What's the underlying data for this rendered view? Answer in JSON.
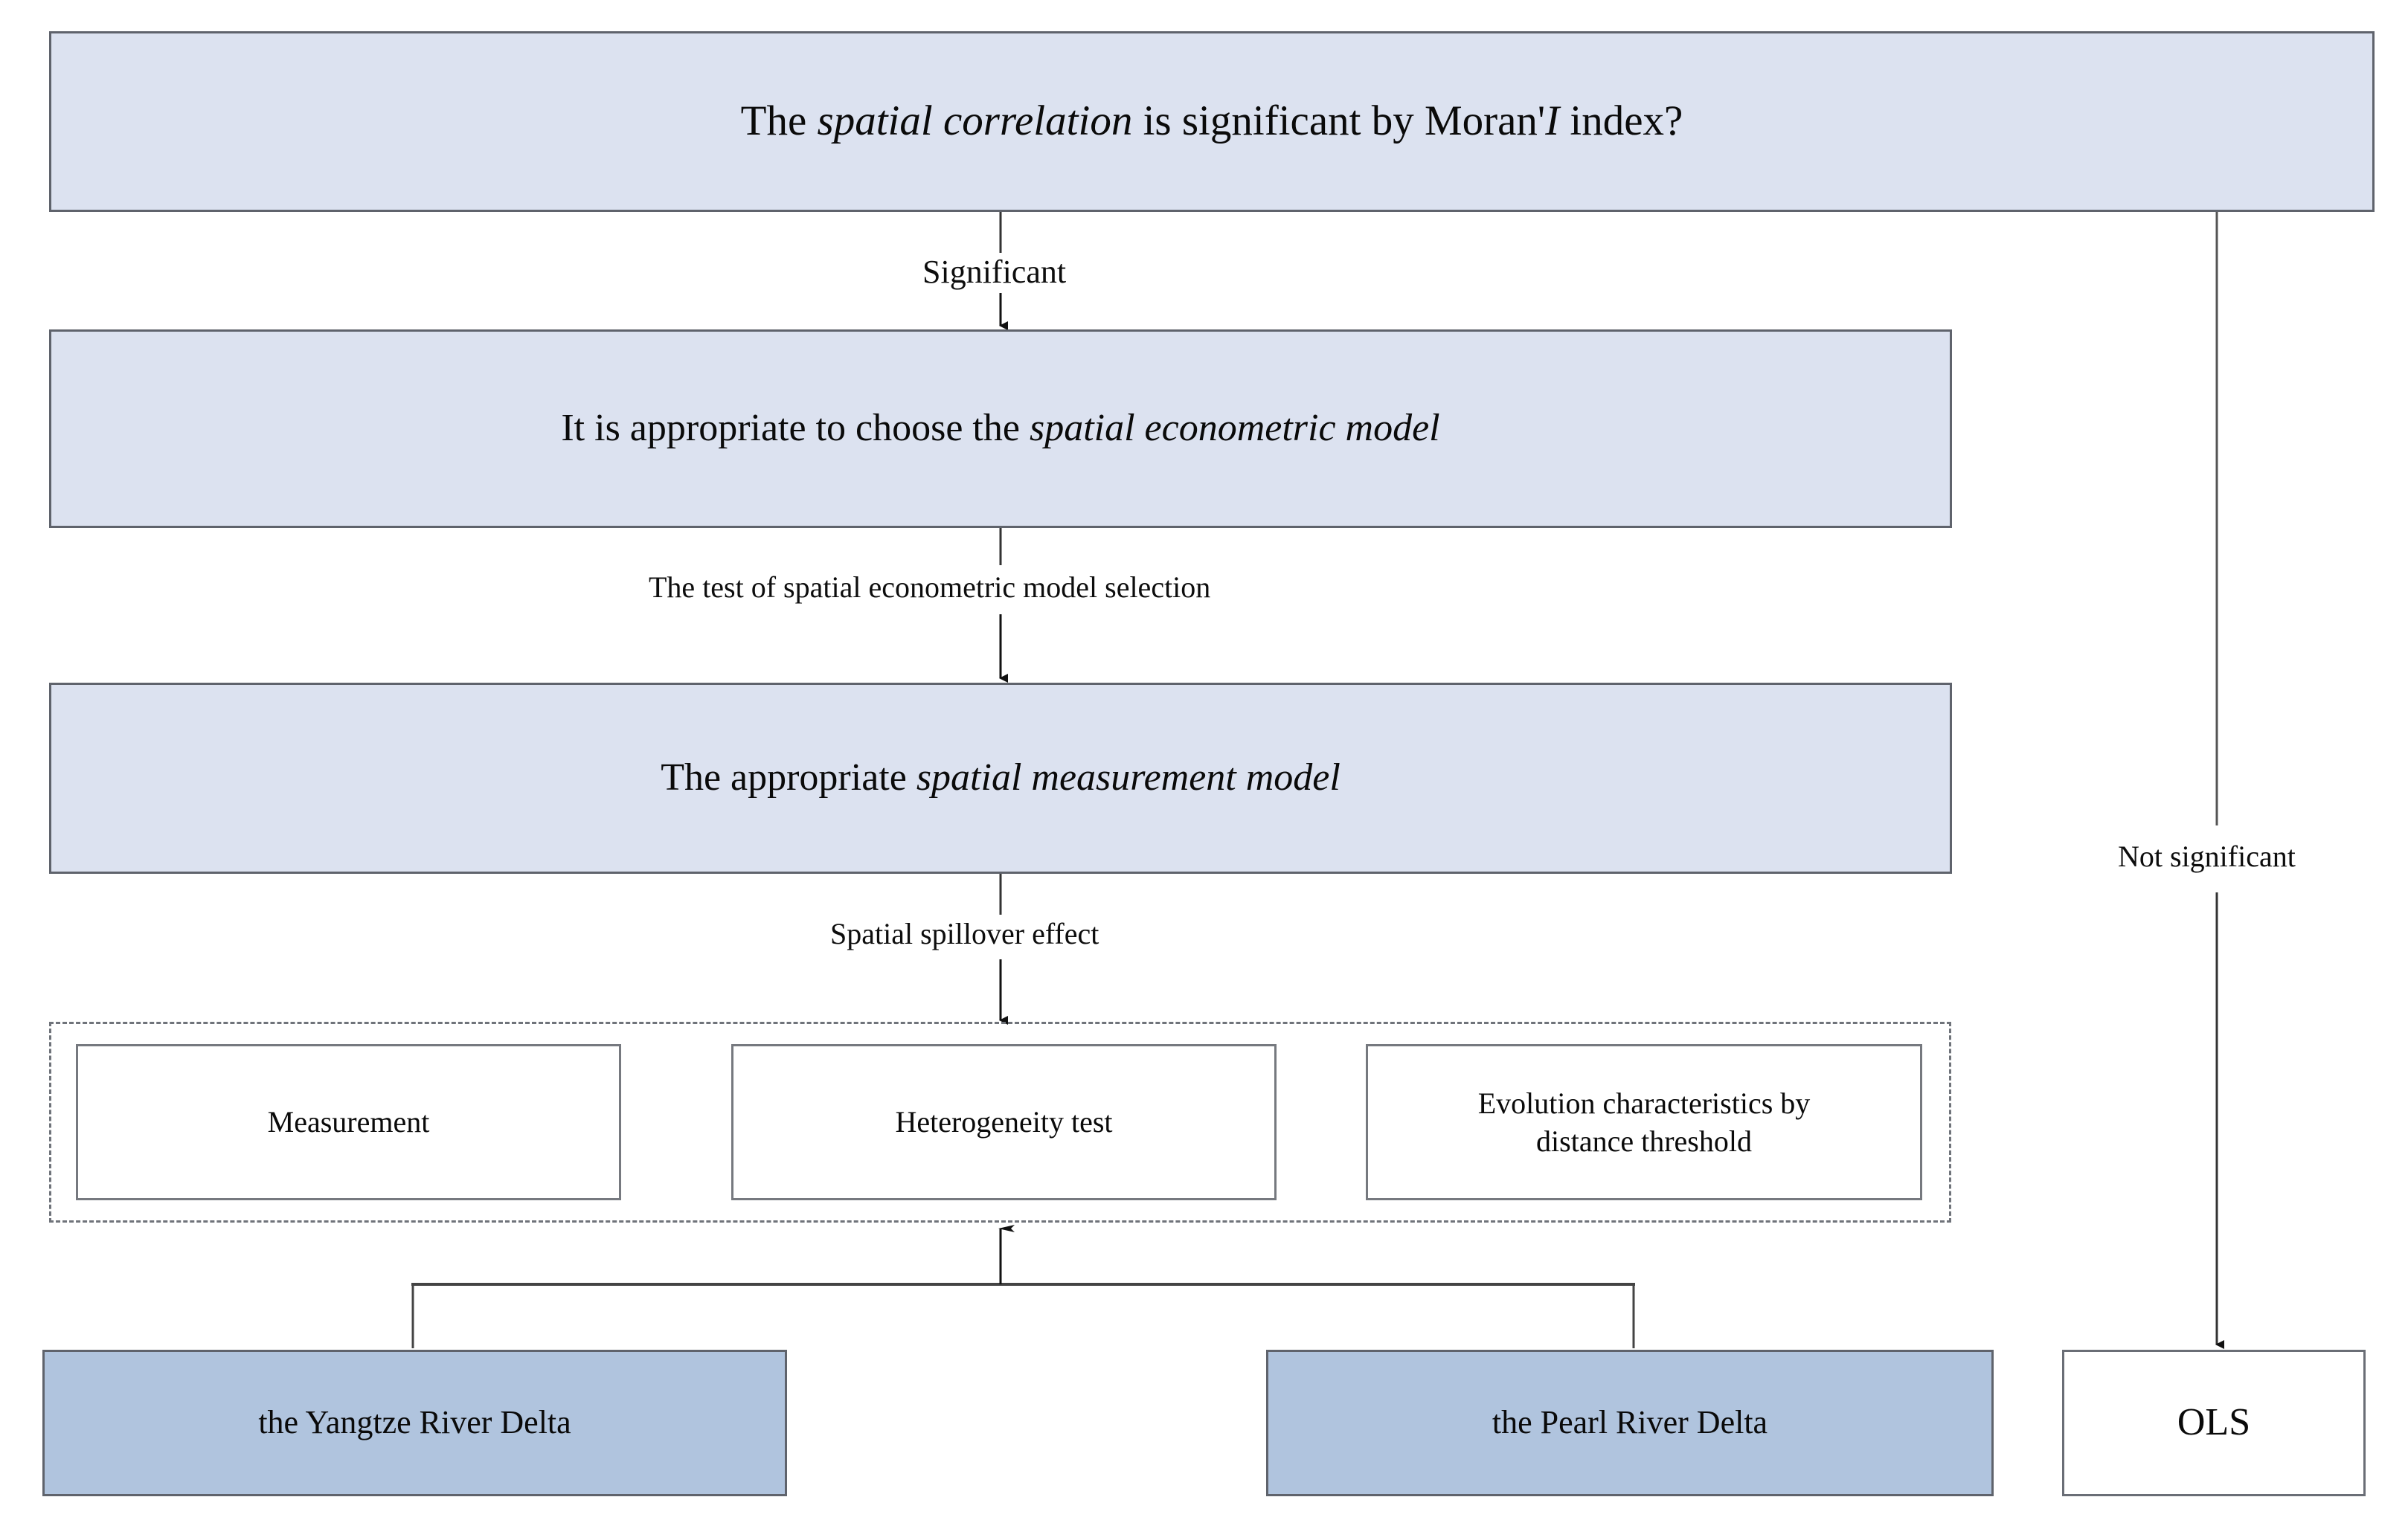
{
  "diagram": {
    "title": "Spatial econometric analysis flowchart",
    "colors": {
      "node_light": "#dce2f0",
      "node_mid": "#b0c4de",
      "node_white": "#ffffff",
      "border": "#5f636c",
      "line": "#1a1a1a",
      "text": "#0a0a0a"
    },
    "nodes": {
      "moran_question": {
        "text_before": "The ",
        "text_italic": "spatial correlation",
        "text_after": " is significant by Moran'",
        "text_italic2": "I",
        "text_end": " index?"
      },
      "choose_model": {
        "text_before": "It is appropriate to choose the ",
        "text_italic": "spatial econometric model"
      },
      "appropriate_model": {
        "text_before": "The appropriate ",
        "text_italic": "spatial measurement model"
      },
      "measurement": {
        "label": "Measurement"
      },
      "heterogeneity": {
        "label": "Heterogeneity test"
      },
      "evolution": {
        "label_line1": "Evolution characteristics by",
        "label_line2": "distance threshold"
      },
      "yangtze": {
        "label": "the Yangtze River Delta"
      },
      "pearl": {
        "label": "the Pearl River Delta"
      },
      "ols": {
        "label": "OLS"
      }
    },
    "edge_labels": {
      "significant": "Significant",
      "model_selection_test": "The test of spatial econometric model selection",
      "spillover": "Spatial spillover effect",
      "not_significant": "Not significant"
    }
  }
}
